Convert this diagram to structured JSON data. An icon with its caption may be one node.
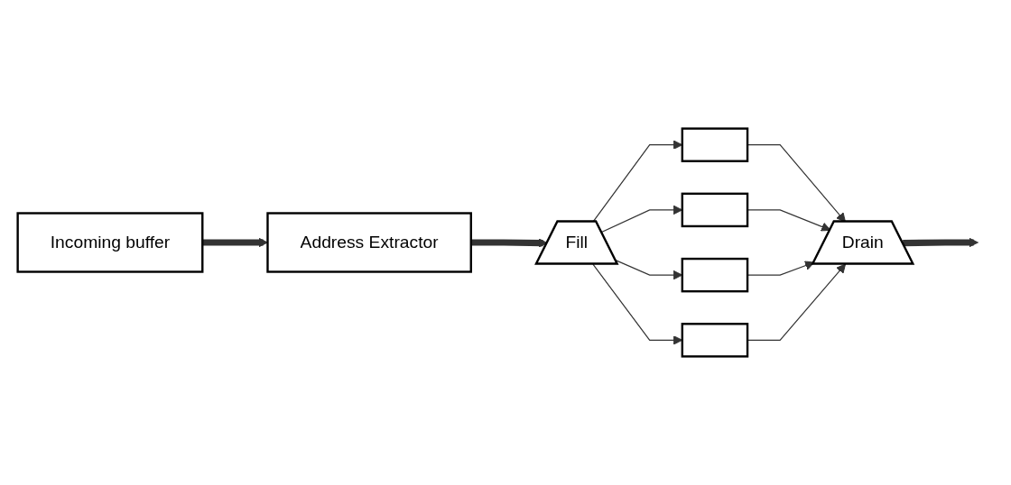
{
  "diagram": {
    "nodes": [
      {
        "text": [
          "Incoming buffer"
        ]
      },
      {
        "text": [
          "Address Extractor"
        ]
      },
      {
        "text": [
          "Fill"
        ]
      },
      {
        "text": [],
        "shape": "box"
      },
      {
        "text": [],
        "shape": "box"
      },
      {
        "text": [],
        "shape": "box"
      },
      {
        "text": [],
        "shape": "box"
      },
      {
        "text": [
          "Drain"
        ]
      }
    ],
    "edges": [
      {
        "from": 0,
        "to": 1,
        "arrow": "to",
        "style": "thick"
      },
      {
        "from": 1,
        "to": 2,
        "arrow": "to",
        "style": "thick"
      },
      {
        "from": 2,
        "to": 3,
        "arrow": "to"
      },
      {
        "from": 2,
        "to": 4,
        "arrow": "to"
      },
      {
        "from": 2,
        "to": 5,
        "arrow": "to"
      },
      {
        "from": 2,
        "to": 6,
        "arrow": "to"
      },
      {
        "from": 3,
        "to": 7,
        "arrow": "to"
      },
      {
        "from": 4,
        "to": 7,
        "arrow": "to"
      },
      {
        "from": 5,
        "to": 7,
        "arrow": "to"
      },
      {
        "from": 6,
        "to": 7,
        "arrow": "to"
      },
      {
        "from": 7,
        "to": null,
        "arrow": "to",
        "style": "thick"
      }
    ]
  }
}
